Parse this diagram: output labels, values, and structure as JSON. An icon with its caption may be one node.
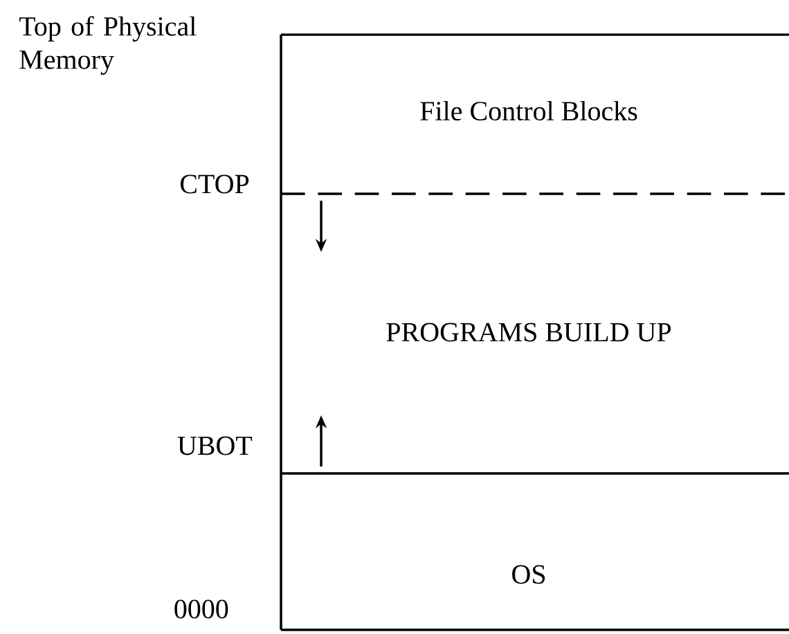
{
  "diagram": {
    "nodes": [
      {
        "text": [
          "File Control Blocks"
        ]
      },
      {
        "text": [
          "PROGRAMS BUILD UP"
        ]
      },
      {
        "text": [
          "OS"
        ]
      }
    ],
    "labels": [
      "Top of Physical Memory",
      "CTOP",
      "UBOT",
      "0000"
    ]
  }
}
